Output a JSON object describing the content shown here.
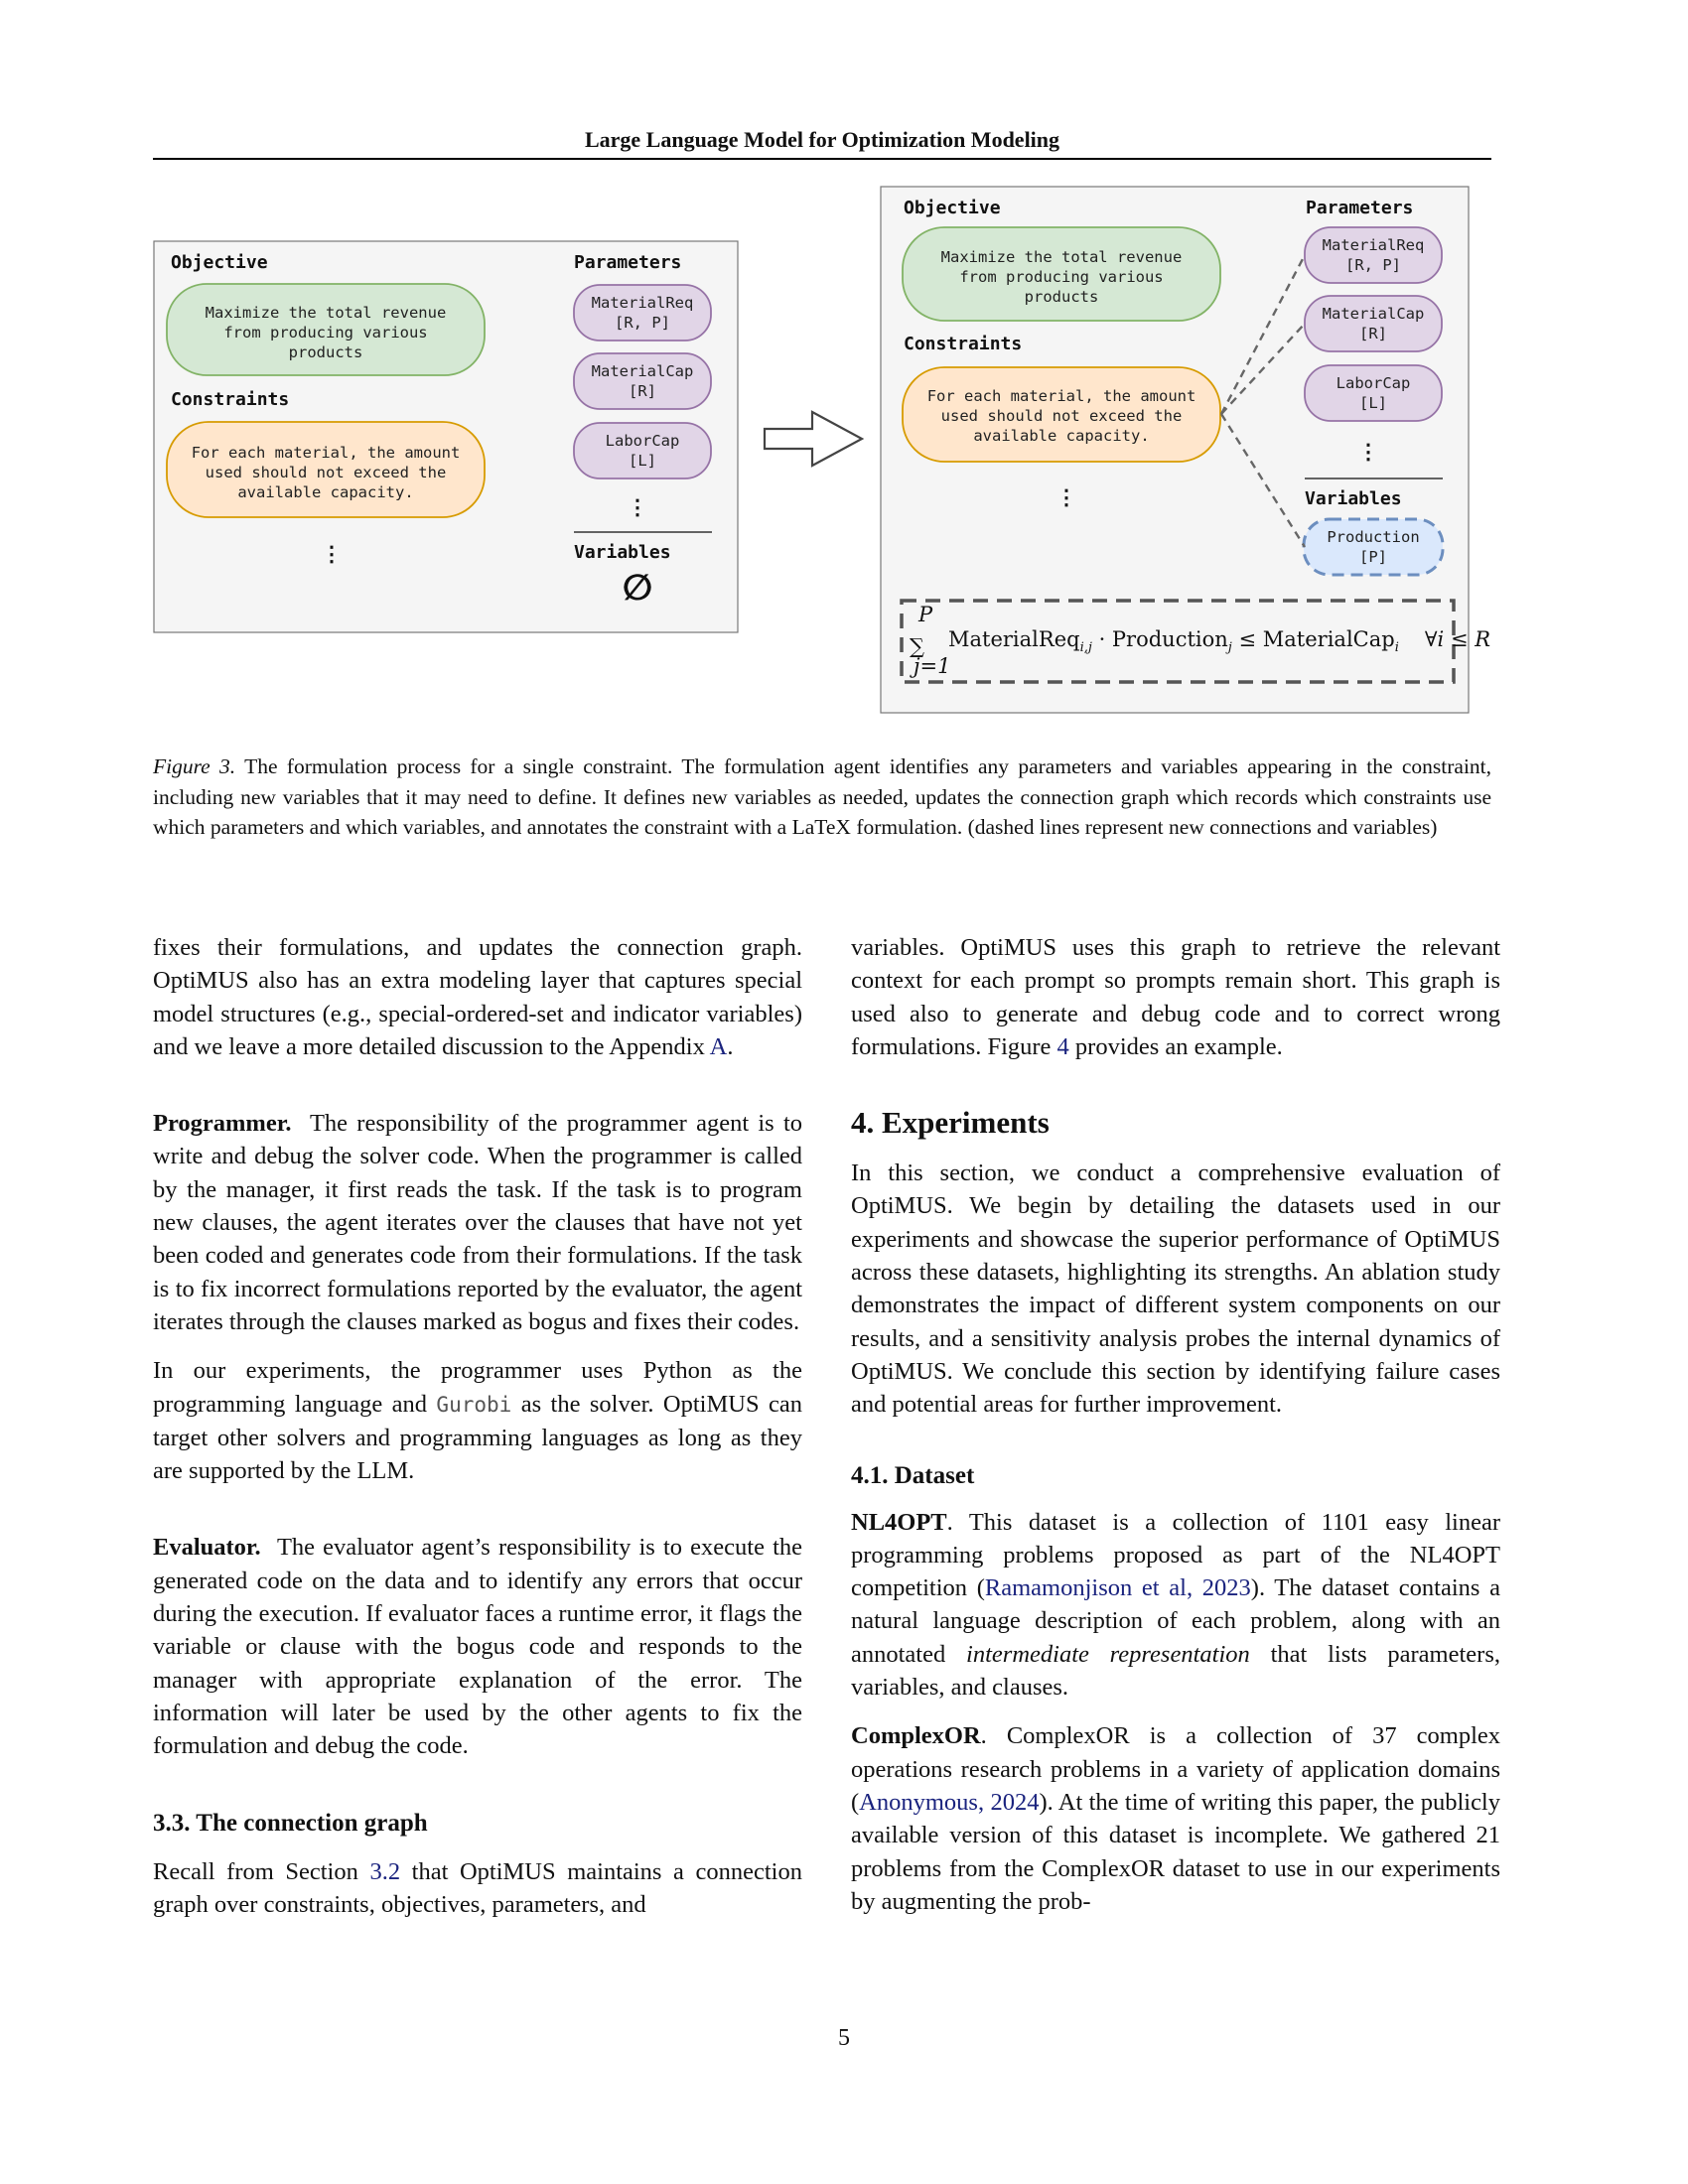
{
  "header": {
    "running_title": "Large Language Model for Optimization Modeling"
  },
  "figure": {
    "left_panel": {
      "objective_title": "Objective",
      "objective_lines": [
        "Maximize the total revenue",
        "from producing various",
        "products"
      ],
      "constraints_title": "Constraints",
      "constraint_lines": [
        "For each material, the amount",
        "used should not exceed the",
        "available capacity."
      ],
      "parameters_title": "Parameters",
      "params": [
        {
          "name": "MaterialReq",
          "dims": "[R, P]"
        },
        {
          "name": "MaterialCap",
          "dims": "[R]"
        },
        {
          "name": "LaborCap",
          "dims": "[L]"
        }
      ],
      "variables_title": "Variables",
      "empty_set": "∅",
      "ellipsis": "⋮"
    },
    "right_panel": {
      "objective_title": "Objective",
      "objective_lines": [
        "Maximize the total revenue",
        "from producing various",
        "products"
      ],
      "constraints_title": "Constraints",
      "constraint_lines": [
        "For each material, the amount",
        "used should not exceed the",
        "available capacity."
      ],
      "parameters_title": "Parameters",
      "params": [
        {
          "name": "MaterialReq",
          "dims": "[R, P]"
        },
        {
          "name": "MaterialCap",
          "dims": "[R]"
        },
        {
          "name": "LaborCap",
          "dims": "[L]"
        }
      ],
      "variables_title": "Variables",
      "variable": {
        "name": "Production",
        "dims": "[P]"
      },
      "ellipsis": "⋮",
      "formula": {
        "sum_symbol": "∑",
        "sum_upper": "P",
        "sum_lower": "j=1",
        "term1": "MaterialReq",
        "term1_sub": "i,j",
        "dot": " · ",
        "term2": "Production",
        "term2_sub": "j",
        "leq": " ≤ ",
        "term3": "MaterialCap",
        "term3_sub": "i",
        "forall": "∀i ≤ R"
      }
    },
    "caption_label": "Figure 3.",
    "caption_text": " The formulation process for a single constraint. The formulation agent identifies any parameters and variables appearing in the constraint, including new variables that it may need to define. It defines new variables as needed, updates the connection graph which records which constraints use which parameters and which variables, and annotates the constraint with a LaTeX formulation. (dashed lines represent new connections and variables)"
  },
  "left_column": {
    "p1": "fixes their formulations, and updates the connection graph. OptiMUS also has an extra modeling layer that captures special model structures (e.g., special-ordered-set and indicator variables) and we leave a more detailed discussion to the Appendix ",
    "p1_link": "A",
    "p1_end": ".",
    "programmer_title": "Programmer.",
    "programmer_text": "The responsibility of the programmer agent is to write and debug the solver code. When the programmer is called by the manager, it first reads the task. If the task is to program new clauses, the agent iterates over the clauses that have not yet been coded and generates code from their formulations. If the task is to fix incorrect formulations reported by the evaluator, the agent iterates through the clauses marked as bogus and fixes their codes.",
    "p3a": "In our experiments, the programmer uses Python as the programming language and ",
    "p3_code": "Gurobi",
    "p3b": " as the solver. OptiMUS can target other solvers and programming languages as long as they are supported by the LLM.",
    "evaluator_title": "Evaluator.",
    "evaluator_text": "The evaluator agent’s responsibility is to execute the generated code on the data and to identify any errors that occur during the execution. If evaluator faces a runtime error, it flags the variable or clause with the bogus code and responds to the manager with appropriate explanation of the error. The information will later be used by the other agents to fix the formulation and debug the code.",
    "section_3_3": "3.3. The connection graph",
    "p5a": "Recall from Section ",
    "p5_link": "3.2",
    "p5b": " that OptiMUS maintains a connection graph over constraints, objectives, parameters, and"
  },
  "right_column": {
    "p1a": "variables. OptiMUS uses this graph to retrieve the relevant context for each prompt so prompts remain short. This graph is used also to generate and debug code and to correct wrong formulations. Figure ",
    "p1_link": "4",
    "p1b": " provides an example.",
    "section_4": "4. Experiments",
    "p2": "In this section, we conduct a comprehensive evaluation of OptiMUS. We begin by detailing the datasets used in our experiments and showcase the superior performance of OptiMUS across these datasets, highlighting its strengths. An ablation study demonstrates the impact of different system components on our results, and a sensitivity analysis probes the internal dynamics of OptiMUS. We conclude this section by identifying failure cases and potential areas for further improvement.",
    "section_4_1": "4.1. Dataset",
    "nl4opt_title": "NL4OPT",
    "nl4opt_a": ". This dataset is a collection of 1101 easy linear programming problems proposed as part of the NL4OPT competition (",
    "nl4opt_cite": "Ramamonjison et al, 2023",
    "nl4opt_b": "). The dataset contains a natural language description of each problem, along with an annotated ",
    "nl4opt_em": "intermediate representation",
    "nl4opt_c": " that lists parameters, variables, and clauses.",
    "complexor_title": "ComplexOR",
    "complexor_a": ". ComplexOR is a collection of 37 complex operations research problems in a variety of application domains (",
    "complexor_cite": "Anonymous, 2024",
    "complexor_b": "). At the time of writing this paper, the publicly available version of this dataset is incomplete. We gathered 21 problems from the ComplexOR dataset to use in our experiments by augmenting the prob-"
  },
  "footer": {
    "page_number": "5"
  },
  "colors": {
    "objective_fill": "#d5e8d4",
    "objective_stroke": "#82b366",
    "constraint_fill": "#ffe6cc",
    "constraint_stroke": "#d79b00",
    "param_fill": "#e1d5e7",
    "param_stroke": "#9673a6",
    "variable_fill": "#dae8fc",
    "variable_stroke": "#6c8ebf",
    "panel_fill": "#f5f5f5",
    "link": "#1a237e"
  }
}
